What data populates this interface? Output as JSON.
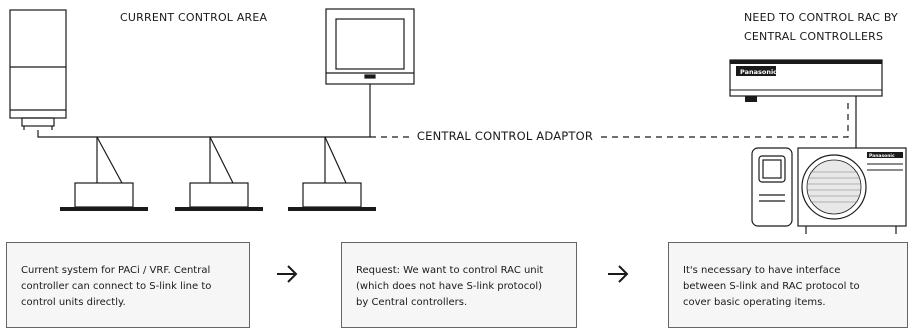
{
  "labels": {
    "current_area": "CURRENT CONTROL AREA",
    "need_line1": "NEED TO CONTROL RAC BY",
    "need_line2": "CENTRAL CONTROLLERS",
    "adaptor": "CENTRAL CONTROL ADAPTOR"
  },
  "brand": {
    "indoor": "Panasonic",
    "outdoor": "Panasonic"
  },
  "boxes": [
    {
      "line1": "Current system for PACi / VRF. Central",
      "line2": "controller can connect to S-link line to",
      "line3": "control units directly."
    },
    {
      "line1": "Request: We want to control RAC unit",
      "line2": "(which does not have S-link protocol)",
      "line3": "by Central controllers."
    },
    {
      "line1": "It's necessary to have interface",
      "line2": "between S-link and RAC protocol to",
      "line3": "cover basic operating items."
    }
  ],
  "icons": {
    "arrow1": "arrow-right-icon",
    "arrow2": "arrow-right-icon"
  },
  "colors": {
    "line": "#1a1a1a",
    "box_fill": "#f6f6f6",
    "box_border": "#666666"
  }
}
